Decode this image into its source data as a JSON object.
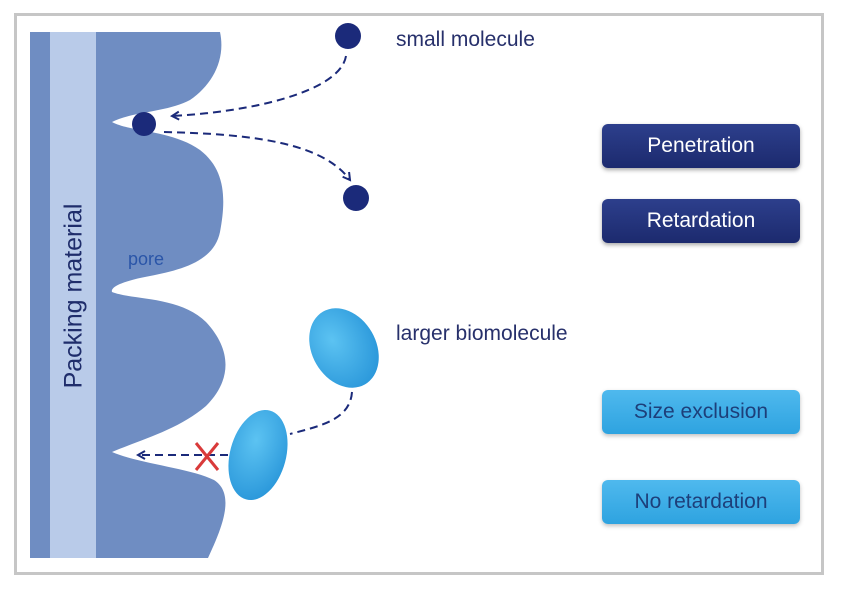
{
  "labels": {
    "packing_material": "Packing material",
    "pore": "pore",
    "small_molecule": "small molecule",
    "larger_biomolecule": "larger biomolecule"
  },
  "badges": {
    "penetration": "Penetration",
    "retardation": "Retardation",
    "size_exclusion": "Size exclusion",
    "no_retardation": "No retardation"
  },
  "colors": {
    "packing_strip": "#b9cbe9",
    "packing_surface": "#6f8dc2",
    "small_molecule": "#1b2a7a",
    "biomolecule": "#3aa6e3",
    "blocked_mark": "#d93a3a",
    "badge_dark": "#24348a",
    "badge_light": "#3db0ec"
  },
  "icons": {
    "blocked": "x-mark-icon",
    "path": "dashed-arrow"
  }
}
